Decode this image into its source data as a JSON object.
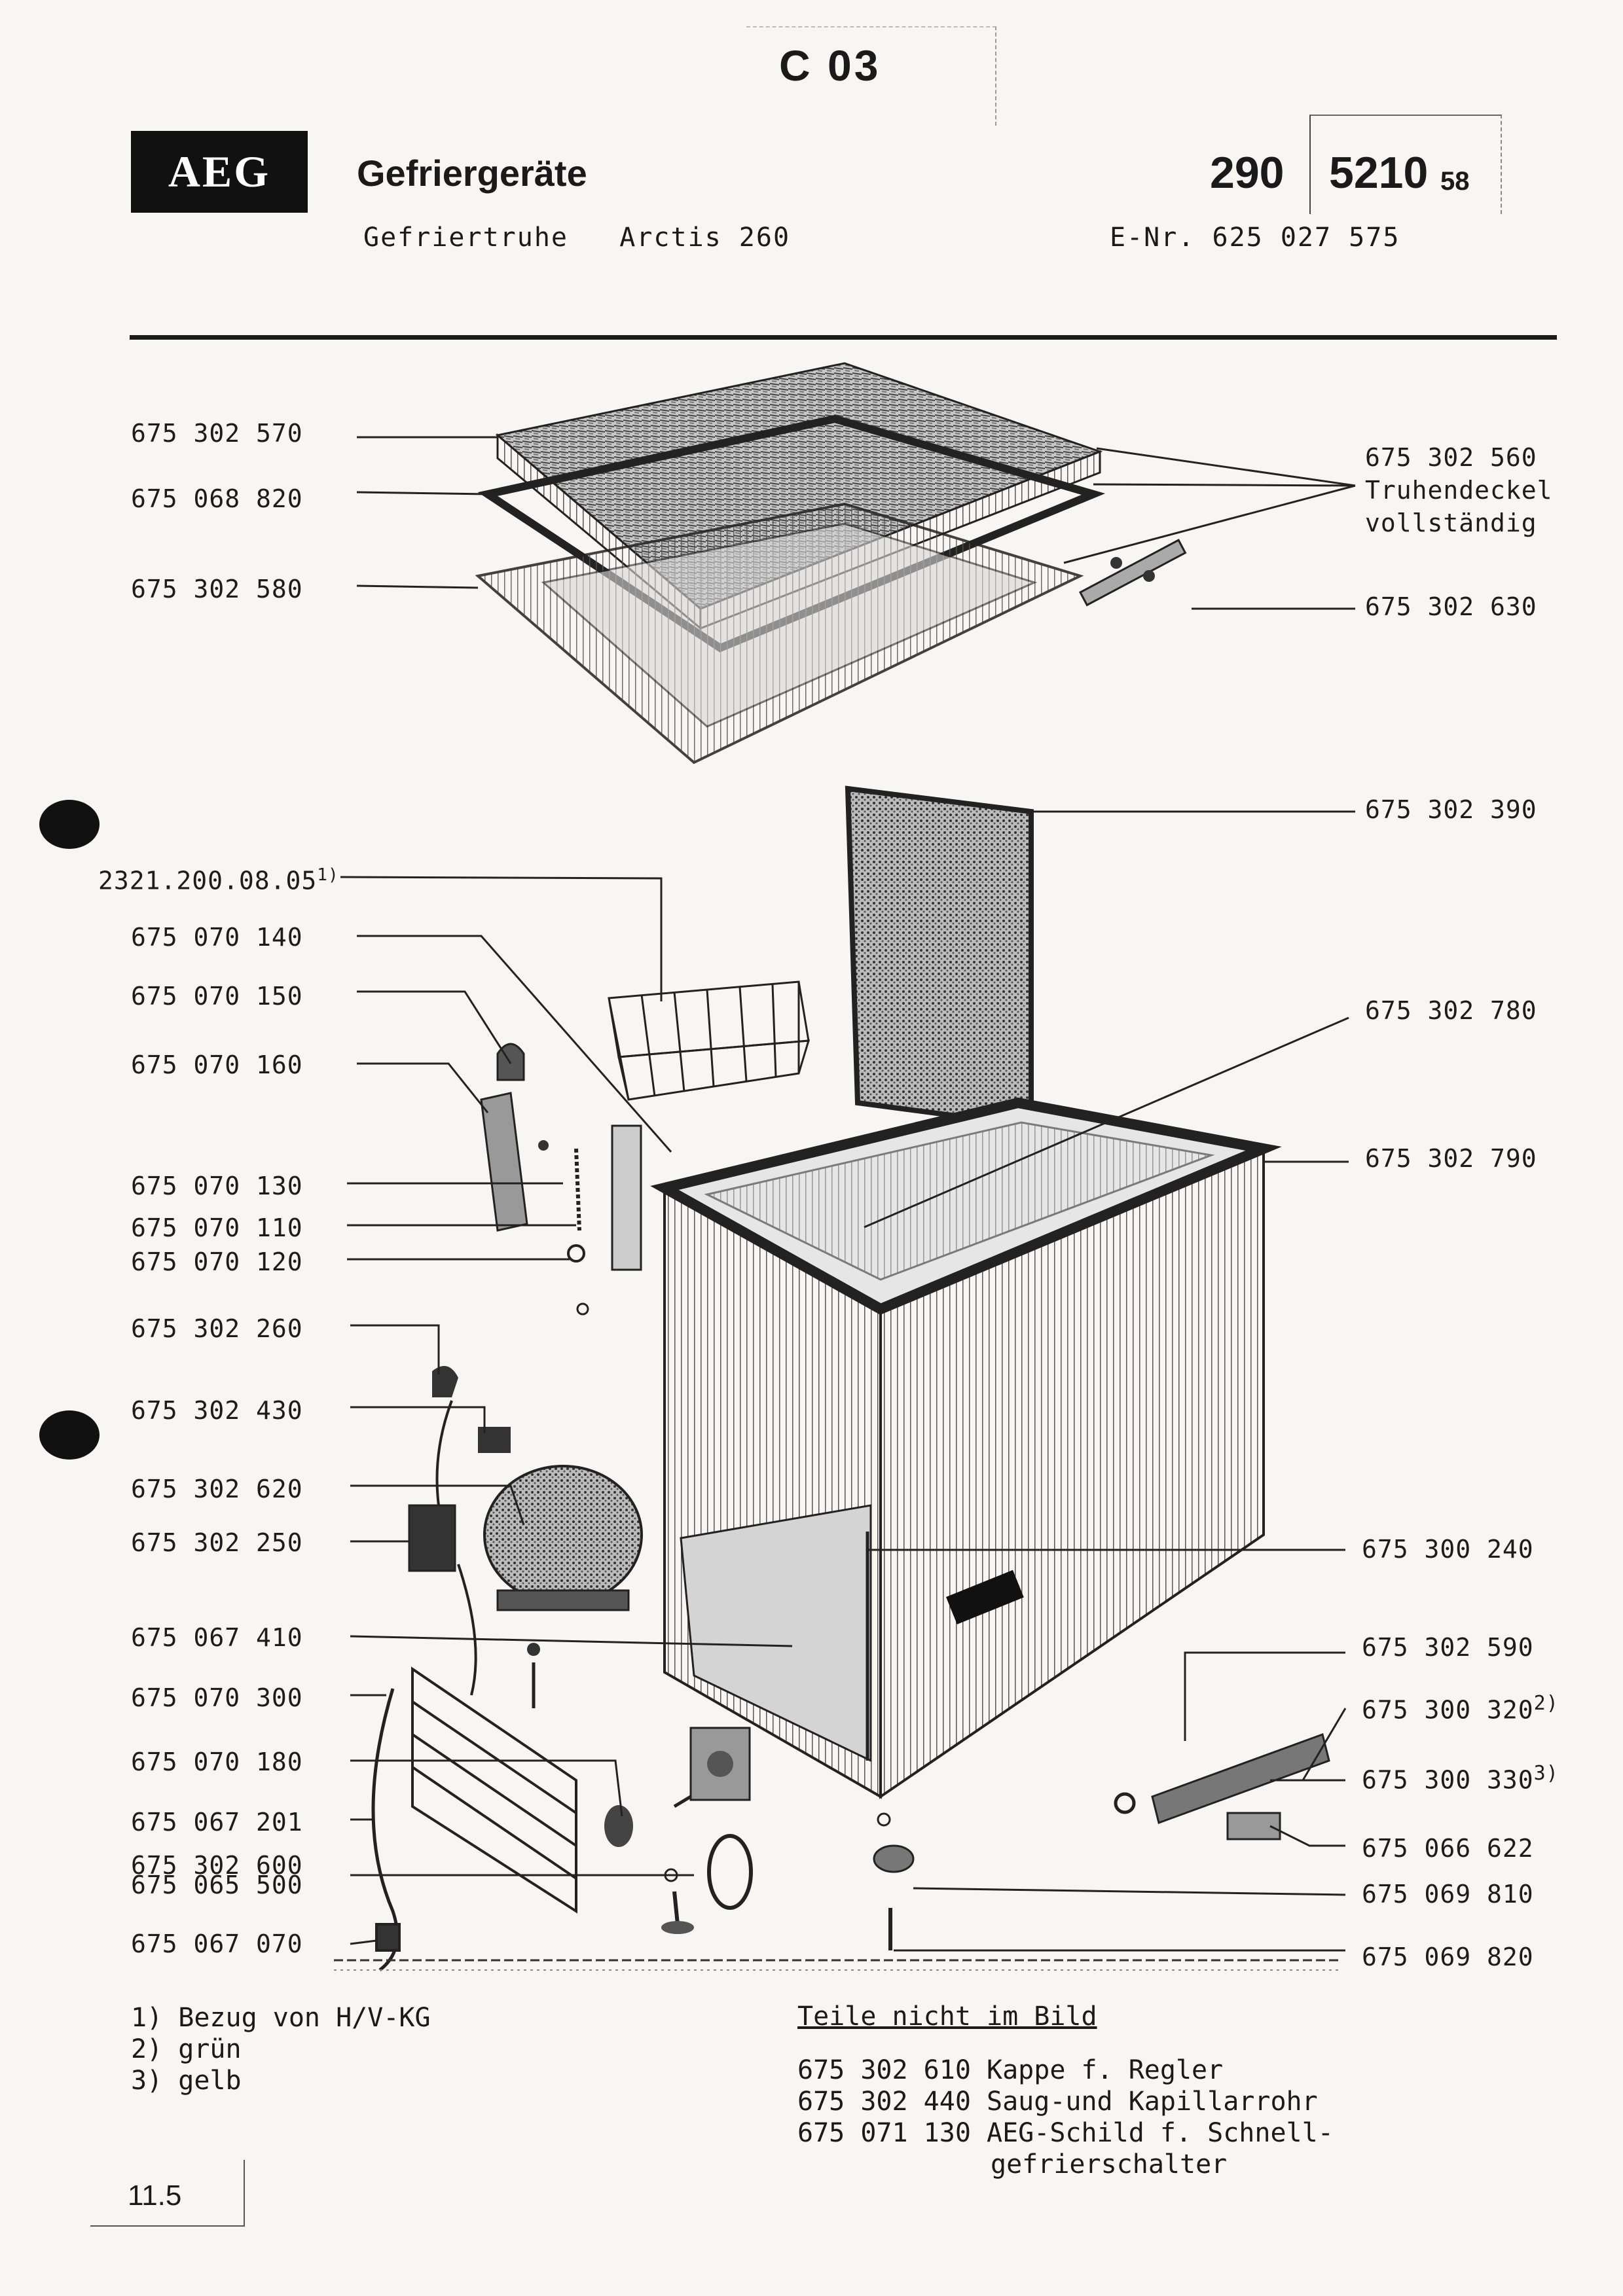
{
  "header": {
    "code": "C 03",
    "brand": "AEG",
    "category": "Gefriergeräte",
    "product_type": "Gefriertruhe",
    "model": "Arctis 260",
    "doc_number_a": "290",
    "doc_number_b": "5210",
    "doc_number_c": "58",
    "enr": "E-Nr. 625 027 575"
  },
  "parts_left": [
    "675 302 570",
    "675 068 820",
    "675 302 580",
    "2321.200.08.05",
    "675 070 140",
    "675 070 150",
    "675 070 160",
    "675 070 130",
    "675 070 110",
    "675 070 120",
    "675 302 260",
    "675 302 430",
    "675 302 620",
    "675 302 250",
    "675 067 410",
    "675 070 300",
    "675 070 180",
    "675 067 201",
    "675 302 600",
    "675 065 500",
    "675 067 070"
  ],
  "parts_left_sup": "1)",
  "parts_right": [
    "675 302 560",
    "Truhendeckel",
    "vollständig",
    "675 302 630",
    "675 302 390",
    "675 302 780",
    "675 302 790",
    "675 300 240",
    "675 302 590",
    "675 300 320",
    "675 300 330",
    "675 066 622",
    "675 069 810",
    "675 069 820"
  ],
  "sup_2": "2)",
  "sup_3": "3)",
  "footnotes": [
    "1) Bezug von H/V-KG",
    "2) grün",
    "3) gelb"
  ],
  "not_pictured": {
    "title": "Teile nicht im Bild",
    "items": [
      "675 302 610 Kappe f. Regler",
      "675 302 440 Saug-und Kapillarrohr",
      "675 071 130 AEG-Schild f. Schnell-"
    ],
    "continuation": "gefrierschalter"
  },
  "page": "11.5"
}
